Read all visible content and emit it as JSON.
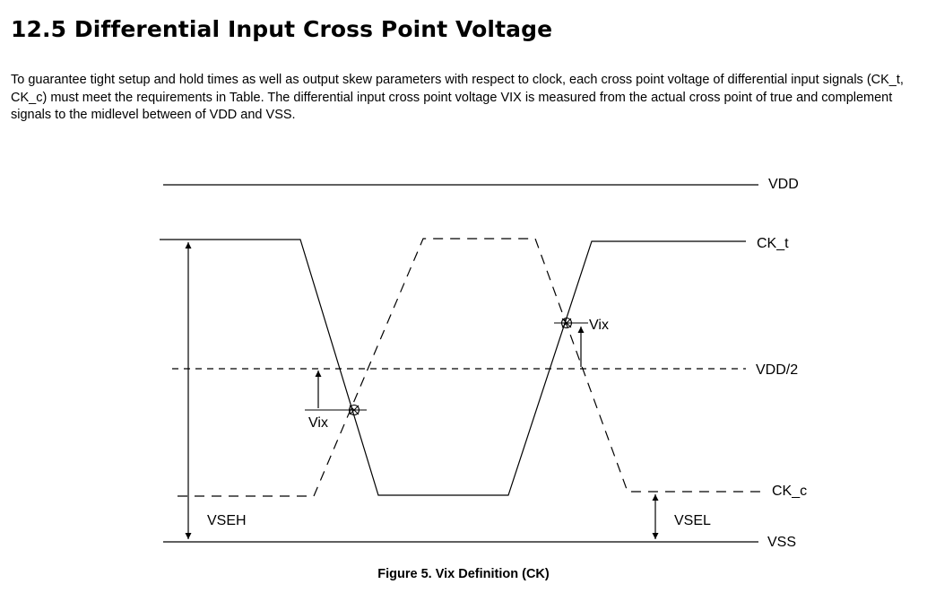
{
  "section": {
    "title": "12.5 Differential Input Cross Point Voltage",
    "paragraph": "To guarantee tight setup and hold times as well as output skew parameters with respect to clock, each cross point voltage of differential input signals (CK_t, CK_c) must meet the requirements in Table. The differential input cross point voltage VIX is measured from the actual cross point of true and complement signals to the midlevel between of VDD and VSS."
  },
  "figure": {
    "labels": {
      "vdd": "VDD",
      "ck_t": "CK_t",
      "vdd_half": "VDD/2",
      "ck_c": "CK_c",
      "vss": "VSS",
      "vix_left": "Vix",
      "vix_right": "Vix",
      "vseh": "VSEH",
      "vsel": "VSEL"
    },
    "caption": "Figure 5. Vix Definition (CK)"
  }
}
